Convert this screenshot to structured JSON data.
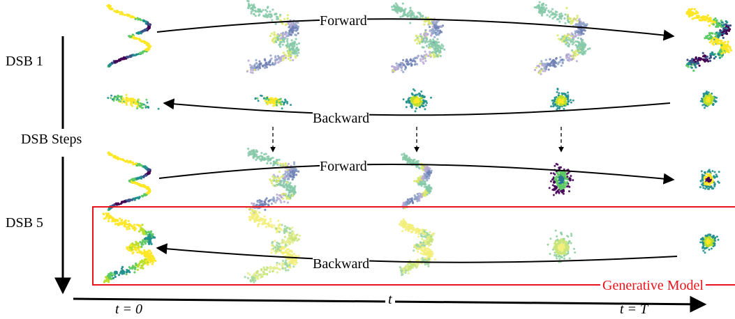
{
  "labels": {
    "dsb1": "DSB 1",
    "dsb5": "DSB 5",
    "dsb_steps": "DSB Steps",
    "forward_top": "Forward",
    "backward_top": "Backward",
    "forward_bottom": "Forward",
    "backward_bottom": "Backward",
    "generative_model": "Generative Model",
    "t_axis": "t",
    "t_start": "t = 0",
    "t_end": "t = T"
  },
  "colors": {
    "arrow": "#000000",
    "highlight_box": "#e8141c",
    "viridis": [
      "#440154",
      "#3b528b",
      "#21908d",
      "#5dc963",
      "#fde725"
    ]
  },
  "rows": [
    {
      "name": "dsb1-forward",
      "panels": [
        "s-crisp",
        "s-noisy",
        "s-noisy",
        "s-noisy",
        "s-thick"
      ]
    },
    {
      "name": "dsb1-backward",
      "panels": [
        "streak",
        "streak-small",
        "blob",
        "blob",
        "blob-small"
      ]
    },
    {
      "name": "dsb5-forward",
      "panels": [
        "s-crisp",
        "s-noisy",
        "s-squeezed",
        "blob-dark",
        "blob-dark-small"
      ]
    },
    {
      "name": "dsb5-backward",
      "panels": [
        "s-sample",
        "s-sample-faint",
        "s-squeezed-bright",
        "blob",
        "blob-small"
      ]
    }
  ]
}
